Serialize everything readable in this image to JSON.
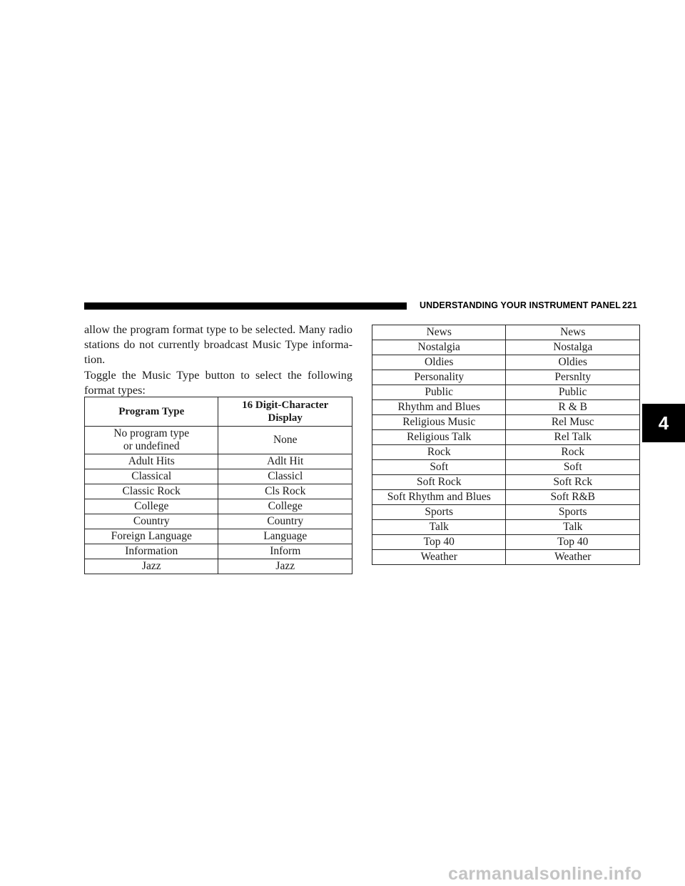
{
  "header": {
    "section_title": "UNDERSTANDING YOUR INSTRUMENT PANEL",
    "page_number": "221"
  },
  "chapter_tab": "4",
  "body": {
    "p1_lines": [
      "allow the program format type to be selected. Many radio",
      "stations do not currently broadcast Music Type informa-",
      "tion."
    ],
    "p2_lines": [
      "Toggle the Music Type button to select the following",
      "format types:"
    ]
  },
  "table1": {
    "headers": [
      "Program Type",
      "16 Digit-Character Display"
    ],
    "rows": [
      [
        "No program type or undefined",
        "None"
      ],
      [
        "Adult Hits",
        "Adlt Hit"
      ],
      [
        "Classical",
        "Classicl"
      ],
      [
        "Classic Rock",
        "Cls Rock"
      ],
      [
        "College",
        "College"
      ],
      [
        "Country",
        "Country"
      ],
      [
        "Foreign Language",
        "Language"
      ],
      [
        "Information",
        "Inform"
      ],
      [
        "Jazz",
        "Jazz"
      ]
    ]
  },
  "table2": {
    "rows": [
      [
        "News",
        "News"
      ],
      [
        "Nostalgia",
        "Nostalga"
      ],
      [
        "Oldies",
        "Oldies"
      ],
      [
        "Personality",
        "Persnlty"
      ],
      [
        "Public",
        "Public"
      ],
      [
        "Rhythm and Blues",
        "R & B"
      ],
      [
        "Religious Music",
        "Rel Musc"
      ],
      [
        "Religious Talk",
        "Rel Talk"
      ],
      [
        "Rock",
        "Rock"
      ],
      [
        "Soft",
        "Soft"
      ],
      [
        "Soft Rock",
        "Soft Rck"
      ],
      [
        "Soft Rhythm and Blues",
        "Soft R&B"
      ],
      [
        "Sports",
        "Sports"
      ],
      [
        "Talk",
        "Talk"
      ],
      [
        "Top 40",
        "Top 40"
      ],
      [
        "Weather",
        "Weather"
      ]
    ]
  },
  "watermark": "carmanualsonline.info"
}
